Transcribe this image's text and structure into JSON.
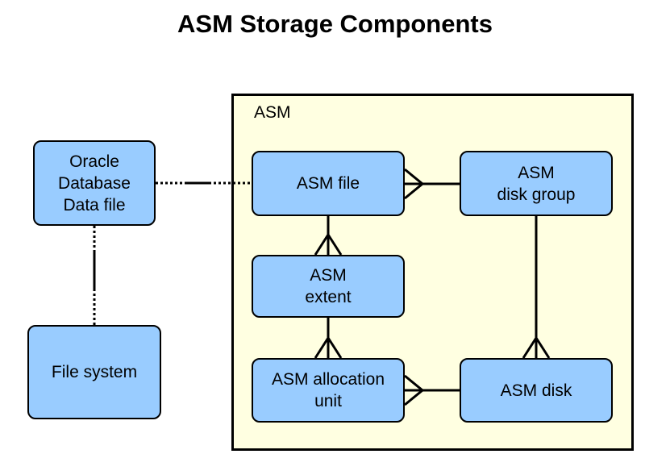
{
  "title": "ASM Storage Components",
  "container": {
    "label": "ASM"
  },
  "boxes": {
    "oracle_data_file": "Oracle\nDatabase\nData file",
    "file_system": "File system",
    "asm_file": "ASM file",
    "asm_disk_group": "ASM\ndisk group",
    "asm_extent": "ASM\nextent",
    "asm_allocation_unit": "ASM allocation\nunit",
    "asm_disk": "ASM disk"
  },
  "colors": {
    "box_fill": "#99ccff",
    "container_fill": "#ffffe1",
    "line": "#000000"
  }
}
